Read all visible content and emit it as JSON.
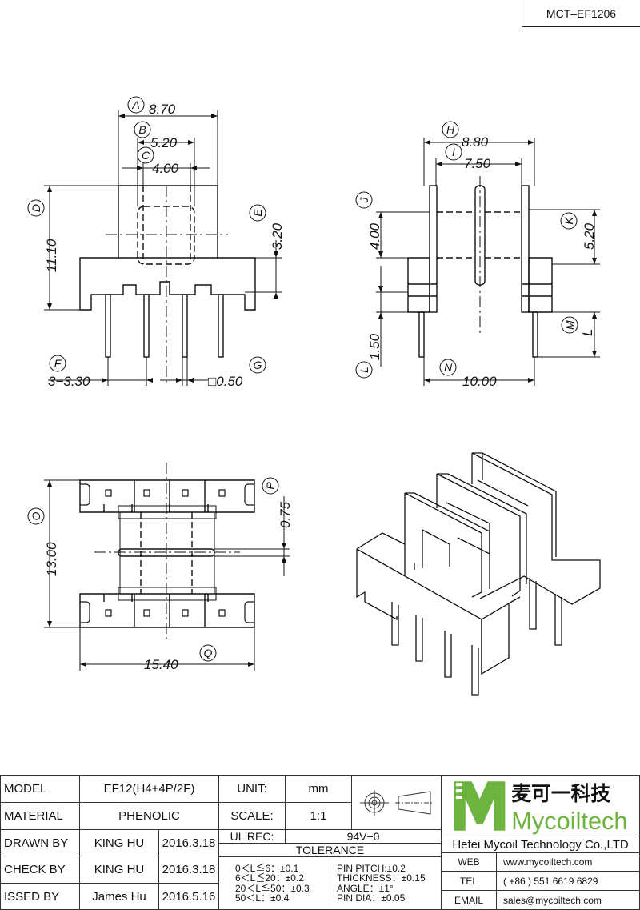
{
  "part_number": "MCT–EF1206",
  "dimensions": {
    "A": "8.70",
    "B": "5.20",
    "C": "4.00",
    "D": "11.10",
    "E": "3.20",
    "F": "3−3.30",
    "G": "□0.50",
    "H": "8.80",
    "I": "7.50",
    "J": "4.00",
    "K": "5.20",
    "L": "1.50",
    "M": "L",
    "N": "10.00",
    "O": "13.00",
    "P": "0.75",
    "Q": "15.40"
  },
  "callouts": [
    "A",
    "B",
    "C",
    "D",
    "E",
    "F",
    "G",
    "H",
    "I",
    "J",
    "K",
    "L",
    "M",
    "N",
    "O",
    "P",
    "Q"
  ],
  "title_block": {
    "model_label": "MODEL",
    "model_value": "EF12(H4+4P/2F)",
    "material_label": "MATERIAL",
    "material_value": "PHENOLIC",
    "drawn_label": "DRAWN BY",
    "drawn_name": "KING HU",
    "drawn_date": "2016.3.18",
    "check_label": "CHECK BY",
    "check_name": "KING HU",
    "check_date": "2016.3.18",
    "issued_label": "ISSED BY",
    "issued_name": "James Hu",
    "issued_date": "2016.5.16",
    "unit_label": "UNIT:",
    "unit_value": "mm",
    "scale_label": "SCALE:",
    "scale_value": "1:1",
    "ul_label": "UL REC:",
    "ul_value": "94V−0",
    "tolerance_label": "TOLERANCE",
    "tol_1": "0＜L≦6：±0.1",
    "tol_2": "6＜L≦20：±0.2",
    "tol_3": "20＜L≦50：±0.3",
    "tol_4": "50＜L：±0.4",
    "pin_pitch": "PIN PITCH:±0.2",
    "thickness": "THICKNESS：±0.15",
    "angle": "ANGLE：±1°",
    "pin_dia": "PIN DIA：±0.05",
    "logo_cn": "麦可一科技",
    "logo_en": "Mycoiltech",
    "company": "Hefei Mycoil Technology Co.,LTD",
    "web_label": "WEB",
    "web_value": "www.mycoiltech.com",
    "tel_label": "TEL",
    "tel_value": "( +86 ) 551 6619 6829",
    "email_label": "EMAIL",
    "email_value": "sales@mycoiltech.com",
    "brand_color": "#6db33f"
  }
}
